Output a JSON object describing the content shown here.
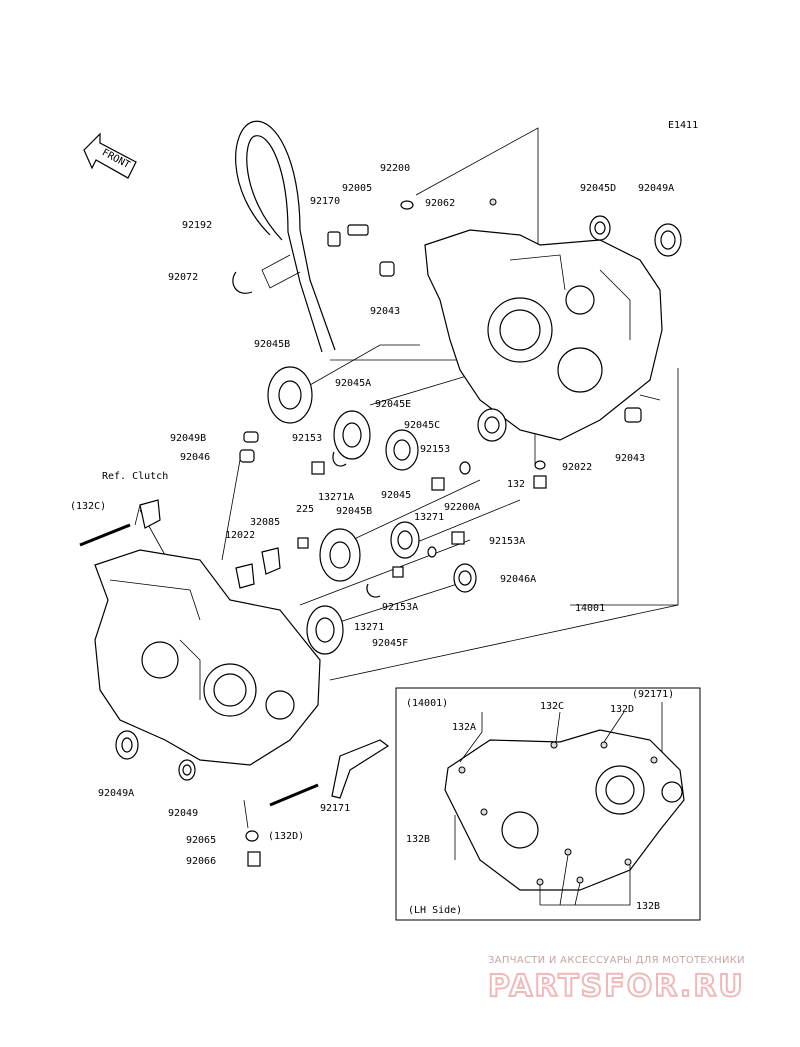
{
  "diagram_code": "E1411",
  "front_label": "FRONT",
  "ref_note": "Ref. Clutch",
  "inset": {
    "title": "(14001)",
    "side_note": "(LH Side)"
  },
  "watermark": {
    "subtitle": "ЗАПЧАСТИ И АКСЕССУАРЫ ДЛЯ МОТОТЕХНИКИ",
    "brand": "PARTSFOR.RU"
  },
  "labels": [
    "92200",
    "92005",
    "92170",
    "92062",
    "92045D",
    "92049A",
    "92192",
    "92072",
    "92043",
    "92045B",
    "92045A",
    "92045E",
    "92045C",
    "92043",
    "92049B",
    "92046",
    "92153",
    "92153",
    "92022",
    "132",
    "13271A",
    "Ref. Clutch",
    "(132C)",
    "92045",
    "92200A",
    "225",
    "32085",
    "92045B",
    "13271",
    "12022",
    "92153A",
    "92046A",
    "92153A",
    "14001",
    "13271",
    "92045F",
    "92049A",
    "92049",
    "92171",
    "(132D)",
    "92065",
    "92066",
    "(14001)",
    "132C",
    "132D",
    "(92171)",
    "132A",
    "132B",
    "132B",
    "(LH Side)"
  ]
}
